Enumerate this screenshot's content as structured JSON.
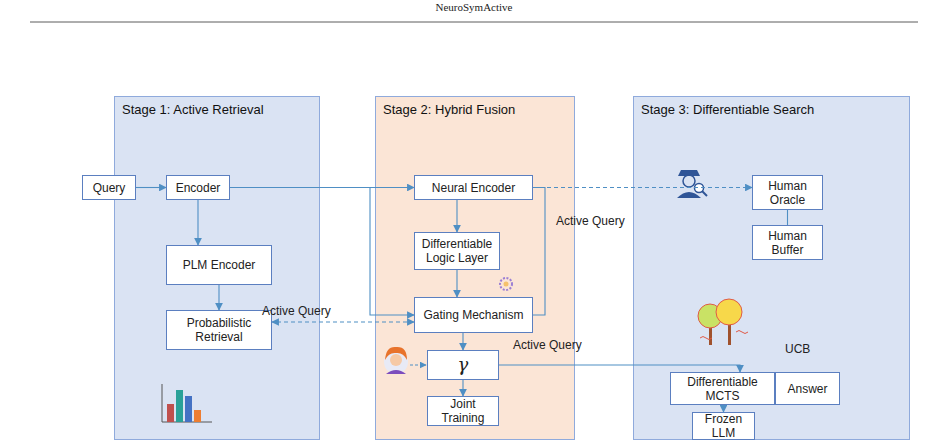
{
  "diagram": {
    "title": "NeuroSymActive",
    "nodes": [
      {
        "text": [
          "Stage 1: Active Retrieval"
        ]
      },
      {
        "text": [
          "Query"
        ]
      },
      {
        "text": [
          "Encoder"
        ],
        "in": 0
      },
      {
        "text": [
          "PLM Encoder"
        ],
        "in": 0
      },
      {
        "text": [
          "Probabilistic Retrieval"
        ],
        "in": 0
      },
      {
        "text": [
          "Stage 2: Hybrid Fusion"
        ]
      },
      {
        "text": [
          "Neural Encoder"
        ],
        "in": 5
      },
      {
        "text": [
          "Differentiable Logic Layer"
        ],
        "in": 5
      },
      {
        "text": [
          "Gating Mechanism"
        ],
        "in": 5
      },
      {
        "text": [
          "γ"
        ],
        "in": 5
      },
      {
        "text": [
          "Joint Training"
        ],
        "in": 5
      },
      {
        "text": [
          "Stage 3: Differentiable Search"
        ]
      },
      {
        "text": [
          "Human Oracle"
        ],
        "in": 11
      },
      {
        "text": [
          "Human Buffer"
        ],
        "in": 11
      },
      {
        "text": [
          "Differentiable MCTS"
        ],
        "in": 11
      },
      {
        "text": [
          "Answer"
        ],
        "in": 11
      },
      {
        "text": [
          "Frozen LLM"
        ],
        "in": 11
      }
    ],
    "edges": [
      {
        "from": 1,
        "to": 2,
        "arrow": "to"
      },
      {
        "from": 2,
        "to": 6,
        "arrow": "to"
      },
      {
        "from": 2,
        "to": 3,
        "arrow": "to"
      },
      {
        "from": 3,
        "to": 4,
        "arrow": "to"
      },
      {
        "from": 6,
        "to": 7,
        "arrow": "to"
      },
      {
        "from": 7,
        "to": 8,
        "arrow": "to"
      },
      {
        "from": 2,
        "to": 8,
        "arrow": "to"
      },
      {
        "from": 8,
        "to": 4,
        "label": "Active Query",
        "arrow": "both"
      },
      {
        "from": 8,
        "to": 9,
        "arrow": "to"
      },
      {
        "from": 9,
        "to": 10,
        "arrow": "to"
      },
      {
        "from": 8,
        "to": 6,
        "label": "Active Query",
        "arrow": "none"
      },
      {
        "from": 6,
        "to": 12,
        "arrow": "to"
      },
      {
        "from": 12,
        "to": 13,
        "arrow": "none"
      },
      {
        "from": 9,
        "to": 14,
        "label": "Active Query",
        "arrow": "to"
      },
      {
        "from": 14,
        "to": 16,
        "arrow": "to"
      }
    ],
    "labels": [
      "UCB"
    ]
  }
}
